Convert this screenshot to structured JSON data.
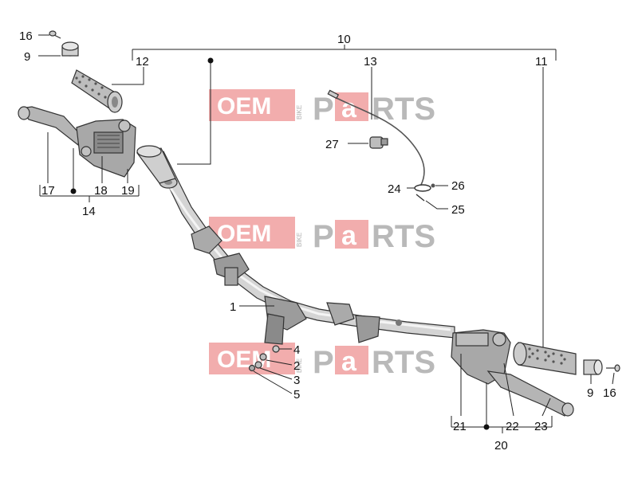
{
  "watermark": {
    "brand_oem": "OEM",
    "brand_bike": "BIKE",
    "brand_p": "P",
    "brand_a": "a",
    "brand_rts": "RTS",
    "color_red": "#e05a5a",
    "color_grey": "#b9b9b9"
  },
  "callouts": {
    "c1": "1",
    "c2": "2",
    "c3": "3",
    "c4": "4",
    "c5": "5",
    "c9a": "9",
    "c9b": "9",
    "c10": "10",
    "c11": "11",
    "c12": "12",
    "c13": "13",
    "c14": "14",
    "c16a": "16",
    "c16b": "16",
    "c17": "17",
    "c18": "18",
    "c19": "19",
    "c20": "20",
    "c21": "21",
    "c22": "22",
    "c23": "23",
    "c24": "24",
    "c25": "25",
    "c26": "26",
    "c27": "27"
  }
}
